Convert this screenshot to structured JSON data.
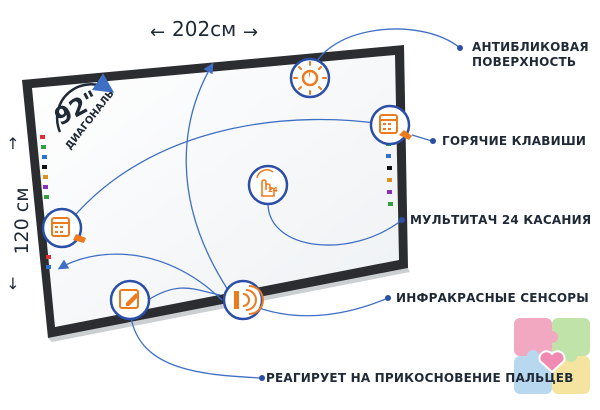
{
  "dimensions": {
    "width_text": "202см",
    "height_text": "120 см",
    "diagonal_value": "92\"",
    "diagonal_label": "ДИАГОНАЛЬ"
  },
  "features": [
    {
      "line1": "АНТИБЛИКОВАЯ",
      "line2": "ПОВЕРХНОСТЬ",
      "icon": "sun-icon"
    },
    {
      "line1": "ГОРЯЧИЕ КЛАВИШИ",
      "icon": "calculator-hand-icon"
    },
    {
      "line1": "МУЛЬТИТАЧ 24 КАСАНИЯ",
      "icon": "multitouch-icon",
      "icon_text": "24"
    },
    {
      "line1": "ИНФРАКРАСНЫЕ СЕНСОРЫ",
      "icon": "infrared-icon"
    },
    {
      "line1": "РЕАГИРУЕТ НА ПРИКОСНОВЕНИЕ ПАЛЬЦЕВ",
      "icon": "pen-edit-icon"
    }
  ],
  "colors": {
    "accent_orange": "#ee7a1e",
    "icon_blue": "#2b4fa8",
    "line_blue": "#3f6fc4",
    "frame": "#2b2d31",
    "text": "#1f2a36"
  }
}
